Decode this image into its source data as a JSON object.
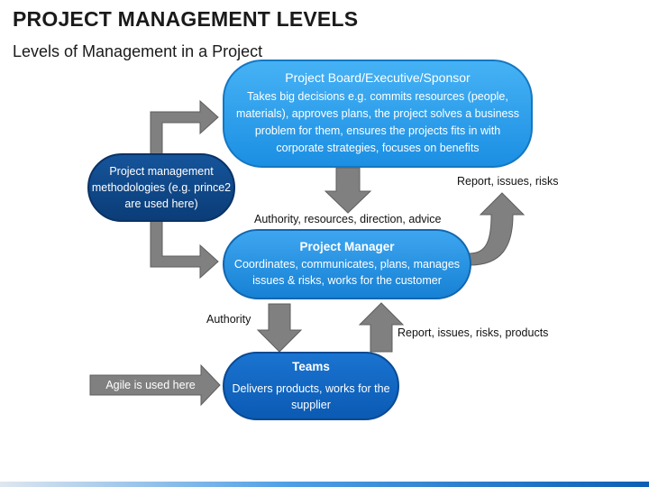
{
  "slide": {
    "title": "PROJECT MANAGEMENT LEVELS",
    "subtitle": "Levels of Management in a Project"
  },
  "nodes": {
    "board": {
      "title": "Project Board/Executive/Sponsor",
      "body": "Takes big decisions e.g. commits resources (people, materials), approves plans, the project solves a business problem for them, ensures the projects fits in with corporate strategies, focuses on benefits",
      "color": "#2a9bea"
    },
    "project_manager": {
      "title": "Project Manager",
      "body": "Coordinates, communicates, plans, manages issues & risks, works for the customer",
      "color": "#2190e2"
    },
    "teams": {
      "title": "Teams",
      "body": "Delivers products, works for the supplier",
      "color": "#1167c4"
    },
    "methodology": {
      "body": "Project management methodologies (e.g. prince2 are used here)",
      "color": "#0e4687"
    }
  },
  "labels": {
    "board_to_pm": "Authority, resources, direction, advice",
    "pm_to_board": "Report, issues, risks",
    "pm_to_teams": "Authority",
    "teams_to_pm": "Report, issues, risks, products",
    "agile": "Agile is used here"
  },
  "colors": {
    "arrow": "#808080",
    "arrow_edge": "#5e5e5e"
  }
}
